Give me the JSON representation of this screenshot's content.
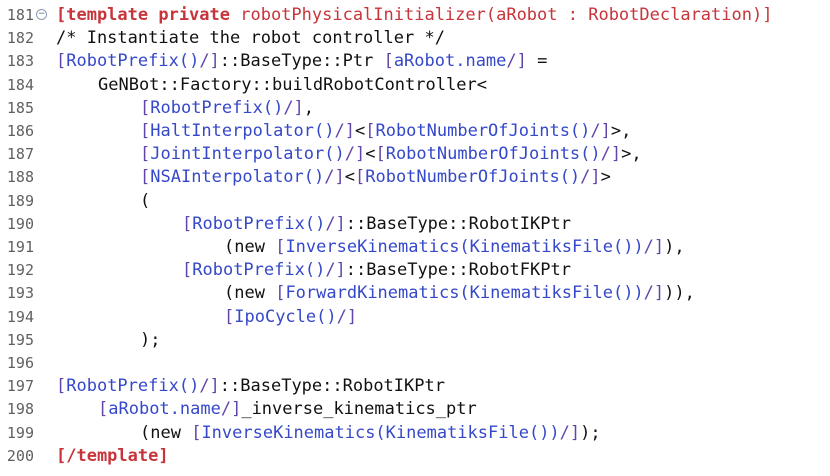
{
  "editor": {
    "lines": [
      {
        "num": "181",
        "fold": "⊖",
        "indent": 0,
        "segments": [
          {
            "t": "[template private ",
            "c": "kw"
          },
          {
            "t": "robotPhysicalInitializer(aRobot : RobotDeclaration)]",
            "c": "kw-title"
          }
        ]
      },
      {
        "num": "182",
        "indent": 0,
        "segments": [
          {
            "t": "/* Instantiate the robot controller */",
            "c": "plain"
          }
        ]
      },
      {
        "num": "183",
        "indent": 0,
        "segments": [
          {
            "t": "[",
            "c": "tpl"
          },
          {
            "t": "RobotPrefix()",
            "c": "tpl-inner"
          },
          {
            "t": "/]",
            "c": "tpl"
          },
          {
            "t": "::BaseType::Ptr ",
            "c": "plain"
          },
          {
            "t": "[",
            "c": "tpl"
          },
          {
            "t": "aRobot.name",
            "c": "tpl-inner"
          },
          {
            "t": "/]",
            "c": "tpl"
          },
          {
            "t": " =",
            "c": "plain"
          }
        ]
      },
      {
        "num": "184",
        "indent": 1,
        "segments": [
          {
            "t": "GeNBot::Factory::buildRobotController<",
            "c": "plain"
          }
        ]
      },
      {
        "num": "185",
        "indent": 2,
        "segments": [
          {
            "t": "[",
            "c": "tpl"
          },
          {
            "t": "RobotPrefix()",
            "c": "tpl-inner"
          },
          {
            "t": "/]",
            "c": "tpl"
          },
          {
            "t": ",",
            "c": "plain"
          }
        ]
      },
      {
        "num": "186",
        "indent": 2,
        "segments": [
          {
            "t": "[",
            "c": "tpl"
          },
          {
            "t": "HaltInterpolator()",
            "c": "tpl-inner"
          },
          {
            "t": "/]",
            "c": "tpl"
          },
          {
            "t": "<",
            "c": "plain"
          },
          {
            "t": "[",
            "c": "tpl"
          },
          {
            "t": "RobotNumberOfJoints()",
            "c": "tpl-inner"
          },
          {
            "t": "/]",
            "c": "tpl"
          },
          {
            "t": ">,",
            "c": "plain"
          }
        ]
      },
      {
        "num": "187",
        "indent": 2,
        "segments": [
          {
            "t": "[",
            "c": "tpl"
          },
          {
            "t": "JointInterpolator()",
            "c": "tpl-inner"
          },
          {
            "t": "/]",
            "c": "tpl"
          },
          {
            "t": "<",
            "c": "plain"
          },
          {
            "t": "[",
            "c": "tpl"
          },
          {
            "t": "RobotNumberOfJoints()",
            "c": "tpl-inner"
          },
          {
            "t": "/]",
            "c": "tpl"
          },
          {
            "t": ">,",
            "c": "plain"
          }
        ]
      },
      {
        "num": "188",
        "indent": 2,
        "segments": [
          {
            "t": "[",
            "c": "tpl"
          },
          {
            "t": "NSAInterpolator()",
            "c": "tpl-inner"
          },
          {
            "t": "/]",
            "c": "tpl"
          },
          {
            "t": "<",
            "c": "plain"
          },
          {
            "t": "[",
            "c": "tpl"
          },
          {
            "t": "RobotNumberOfJoints()",
            "c": "tpl-inner"
          },
          {
            "t": "/]",
            "c": "tpl"
          },
          {
            "t": ">",
            "c": "plain"
          }
        ]
      },
      {
        "num": "189",
        "indent": 2,
        "segments": [
          {
            "t": "(",
            "c": "plain"
          }
        ]
      },
      {
        "num": "190",
        "indent": 3,
        "segments": [
          {
            "t": "[",
            "c": "tpl"
          },
          {
            "t": "RobotPrefix()",
            "c": "tpl-inner"
          },
          {
            "t": "/]",
            "c": "tpl"
          },
          {
            "t": "::BaseType::RobotIKPtr",
            "c": "plain"
          }
        ]
      },
      {
        "num": "191",
        "indent": 4,
        "segments": [
          {
            "t": "(new ",
            "c": "plain"
          },
          {
            "t": "[",
            "c": "tpl"
          },
          {
            "t": "InverseKinematics(KinematiksFile())",
            "c": "tpl-inner"
          },
          {
            "t": "/]",
            "c": "tpl"
          },
          {
            "t": "),",
            "c": "plain"
          }
        ]
      },
      {
        "num": "192",
        "indent": 3,
        "segments": [
          {
            "t": "[",
            "c": "tpl"
          },
          {
            "t": "RobotPrefix()",
            "c": "tpl-inner"
          },
          {
            "t": "/]",
            "c": "tpl"
          },
          {
            "t": "::BaseType::RobotFKPtr",
            "c": "plain"
          }
        ]
      },
      {
        "num": "193",
        "indent": 4,
        "segments": [
          {
            "t": "(new ",
            "c": "plain"
          },
          {
            "t": "[",
            "c": "tpl"
          },
          {
            "t": "ForwardKinematics(KinematiksFile())",
            "c": "tpl-inner"
          },
          {
            "t": "/]",
            "c": "tpl"
          },
          {
            "t": ")),",
            "c": "plain"
          }
        ]
      },
      {
        "num": "194",
        "indent": 4,
        "segments": [
          {
            "t": "[",
            "c": "tpl"
          },
          {
            "t": "IpoCycle()",
            "c": "tpl-inner"
          },
          {
            "t": "/]",
            "c": "tpl"
          }
        ]
      },
      {
        "num": "195",
        "indent": 2,
        "segments": [
          {
            "t": ");",
            "c": "plain"
          }
        ]
      },
      {
        "num": "196",
        "indent": 0,
        "segments": []
      },
      {
        "num": "197",
        "indent": 0,
        "segments": [
          {
            "t": "[",
            "c": "tpl"
          },
          {
            "t": "RobotPrefix()",
            "c": "tpl-inner"
          },
          {
            "t": "/]",
            "c": "tpl"
          },
          {
            "t": "::BaseType::RobotIKPtr",
            "c": "plain"
          }
        ]
      },
      {
        "num": "198",
        "indent": 1,
        "segments": [
          {
            "t": "[",
            "c": "tpl"
          },
          {
            "t": "aRobot.name",
            "c": "tpl-inner"
          },
          {
            "t": "/]",
            "c": "tpl"
          },
          {
            "t": "_inverse_kinematics_ptr",
            "c": "plain"
          }
        ]
      },
      {
        "num": "199",
        "indent": 2,
        "segments": [
          {
            "t": "(new ",
            "c": "plain"
          },
          {
            "t": "[",
            "c": "tpl"
          },
          {
            "t": "InverseKinematics(KinematiksFile())",
            "c": "tpl-inner"
          },
          {
            "t": "/]",
            "c": "tpl"
          },
          {
            "t": ");",
            "c": "plain"
          }
        ]
      },
      {
        "num": "200",
        "indent": 0,
        "segments": [
          {
            "t": "[/template]",
            "c": "kw"
          }
        ]
      }
    ]
  }
}
